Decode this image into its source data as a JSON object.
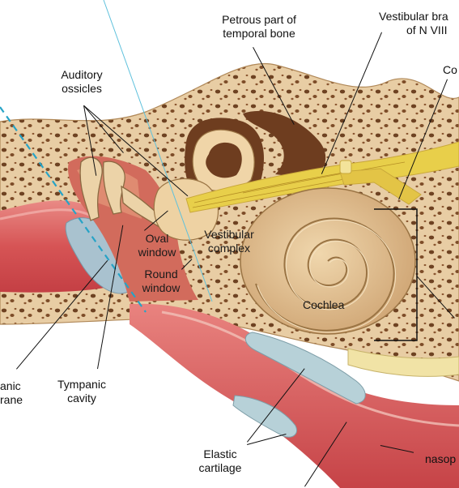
{
  "labels": {
    "petrous": [
      "Petrous part of",
      "temporal bone"
    ],
    "vestibular_branch": [
      "Vestibular bra",
      "of N VIII"
    ],
    "cochlear_branch": "Co",
    "auditory_ossicles": [
      "Auditory",
      "ossicles"
    ],
    "oval_window": [
      "Oval",
      "window"
    ],
    "round_window": [
      "Round",
      "window"
    ],
    "vestibular_complex": [
      "Vestibular",
      "complex"
    ],
    "cochlea": "Cochlea",
    "tympanic_membrane": [
      "anic",
      "rane"
    ],
    "tympanic_cavity": [
      "Tympanic",
      "cavity"
    ],
    "elastic_cartilage": [
      "Elastic",
      "cartilage"
    ],
    "nasopharynx": "nasop"
  },
  "colors": {
    "bone": "#e6caa0",
    "bone_pore": "#7a4a26",
    "canal_flesh": "#d9595a",
    "cochlea": "#e2bf8c",
    "nerve": "#e8cf4a",
    "membrane": "#a9c2cf",
    "cartilage": "#b7d1d8",
    "dashed_line": "#27a3c6",
    "leader": "#111111"
  }
}
